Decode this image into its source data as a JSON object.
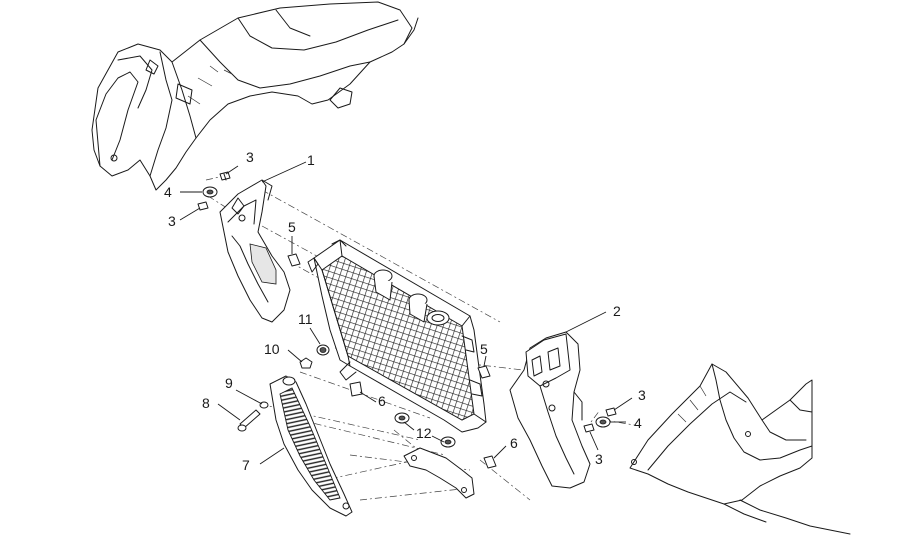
{
  "callouts": [
    {
      "id": "c1",
      "text": "1"
    },
    {
      "id": "c2",
      "text": "2"
    },
    {
      "id": "c3a",
      "text": "3"
    },
    {
      "id": "c3b",
      "text": "3"
    },
    {
      "id": "c3c",
      "text": "3"
    },
    {
      "id": "c3d",
      "text": "3"
    },
    {
      "id": "c4a",
      "text": "4"
    },
    {
      "id": "c4b",
      "text": "4"
    },
    {
      "id": "c5a",
      "text": "5"
    },
    {
      "id": "c5b",
      "text": "5"
    },
    {
      "id": "c6a",
      "text": "6"
    },
    {
      "id": "c6b",
      "text": "6"
    },
    {
      "id": "c7",
      "text": "7"
    },
    {
      "id": "c8",
      "text": "8"
    },
    {
      "id": "c9",
      "text": "9"
    },
    {
      "id": "c10",
      "text": "10"
    },
    {
      "id": "c11",
      "text": "11"
    },
    {
      "id": "c12",
      "text": "12"
    }
  ]
}
